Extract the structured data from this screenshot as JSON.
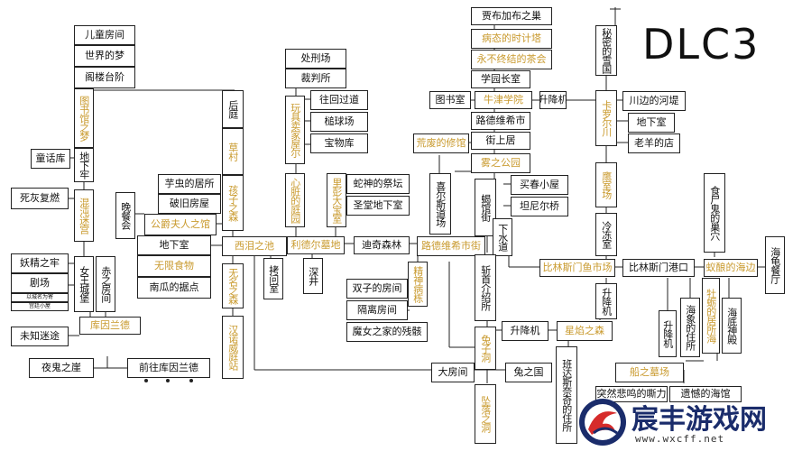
{
  "title": "DLC3",
  "watermark": {
    "name": "宸丰游戏网",
    "url": "www.wxcff.net"
  },
  "nodes": {
    "n1": "儿童房间",
    "n2": "世界的梦",
    "n3": "阁楼台阶",
    "n4": "图书馆之梦",
    "n5": "地下牢",
    "n6": "童话库",
    "n7": "死灰复燃",
    "n8": "混沌迷宫",
    "n9": "妖精之牢",
    "n10": "剧场",
    "n11": "以城名为寄",
    "n12": "宫廷小屋",
    "n13": "女王城堡",
    "n14": "赤之房间",
    "n15": "库因兰德",
    "n16": "未知迷途",
    "n17": "夜鬼之崖",
    "n18": "前往库因兰德",
    "n19": "晚餐会",
    "n20": "芋虫的居所",
    "n21": "破旧房屋",
    "n22": "公爵夫人之馆",
    "n23": "地下室",
    "n24": "无限食物",
    "n25": "南瓜的据点",
    "n26": "后庭",
    "n27": "草村",
    "n28": "孩子之森",
    "n29": "西泪之池",
    "n30": "无名之森",
    "n31": "汉诺威庭站",
    "n32": "处刑场",
    "n33": "裁判所",
    "n34": "玩具卖家屋尔",
    "n35": "往回过道",
    "n36": "槌球场",
    "n37": "宝物库",
    "n38": "心脏的庭园",
    "n39": "里彭大宝室",
    "n40": "蛇神的祭坛",
    "n41": "圣堂地下室",
    "n42": "利德尔墓地",
    "n43": "拷问室",
    "n44": "深井",
    "n45": "迪奇森林",
    "n46": "双子的房间",
    "n47": "隔离房间",
    "n48": "魔女之家的残骸",
    "n49": "精神病栋",
    "n50": "贾布加布之巢",
    "n51": "病态的时计塔",
    "n52": "永不终结的茶会",
    "n53": "学园长室",
    "n54": "图书室",
    "n55": "牛津学院",
    "n56": "升降机",
    "n57": "路德维希市",
    "n58": "街上居",
    "n59": "荒废的修馆",
    "n60": "雾之公园",
    "n61": "喜尔斯道场",
    "n62": "蝎馆街",
    "n63": "买春小屋",
    "n64": "坦尼尔桥",
    "n65": "路德维希市街",
    "n66": "下水道",
    "n67": "斩首介绍所",
    "n68": "兔子洞",
    "n69": "大房间",
    "n70": "兔之国",
    "n71": "坠落之洞",
    "n72": "升降机",
    "n73": "星焰之森",
    "n74": "班达斯奈奇的住所",
    "n75": "秘密的雪国",
    "n76": "卡罗尔川",
    "n77": "川边的河堤",
    "n78": "地下室",
    "n79": "老羊的店",
    "n80": "鹰室场",
    "n81": "冷冻室",
    "n82": "比林斯门鱼市场",
    "n83": "比林斯门港口",
    "n84": "蚁酿的海边",
    "n85": "升降机",
    "n86": "牡蛎的居所海",
    "n87": "食尸鬼的巢穴",
    "n88": "海龟餐厅",
    "n89": "升降机",
    "n90": "海象的住所",
    "n91": "海底神殿",
    "n92": "船之墓场",
    "n93": "突然悲鸣的嘶力",
    "n94": "遗憾的海馆"
  },
  "accent_colors": {
    "gold": "#c99a2e",
    "line": "#222222"
  }
}
